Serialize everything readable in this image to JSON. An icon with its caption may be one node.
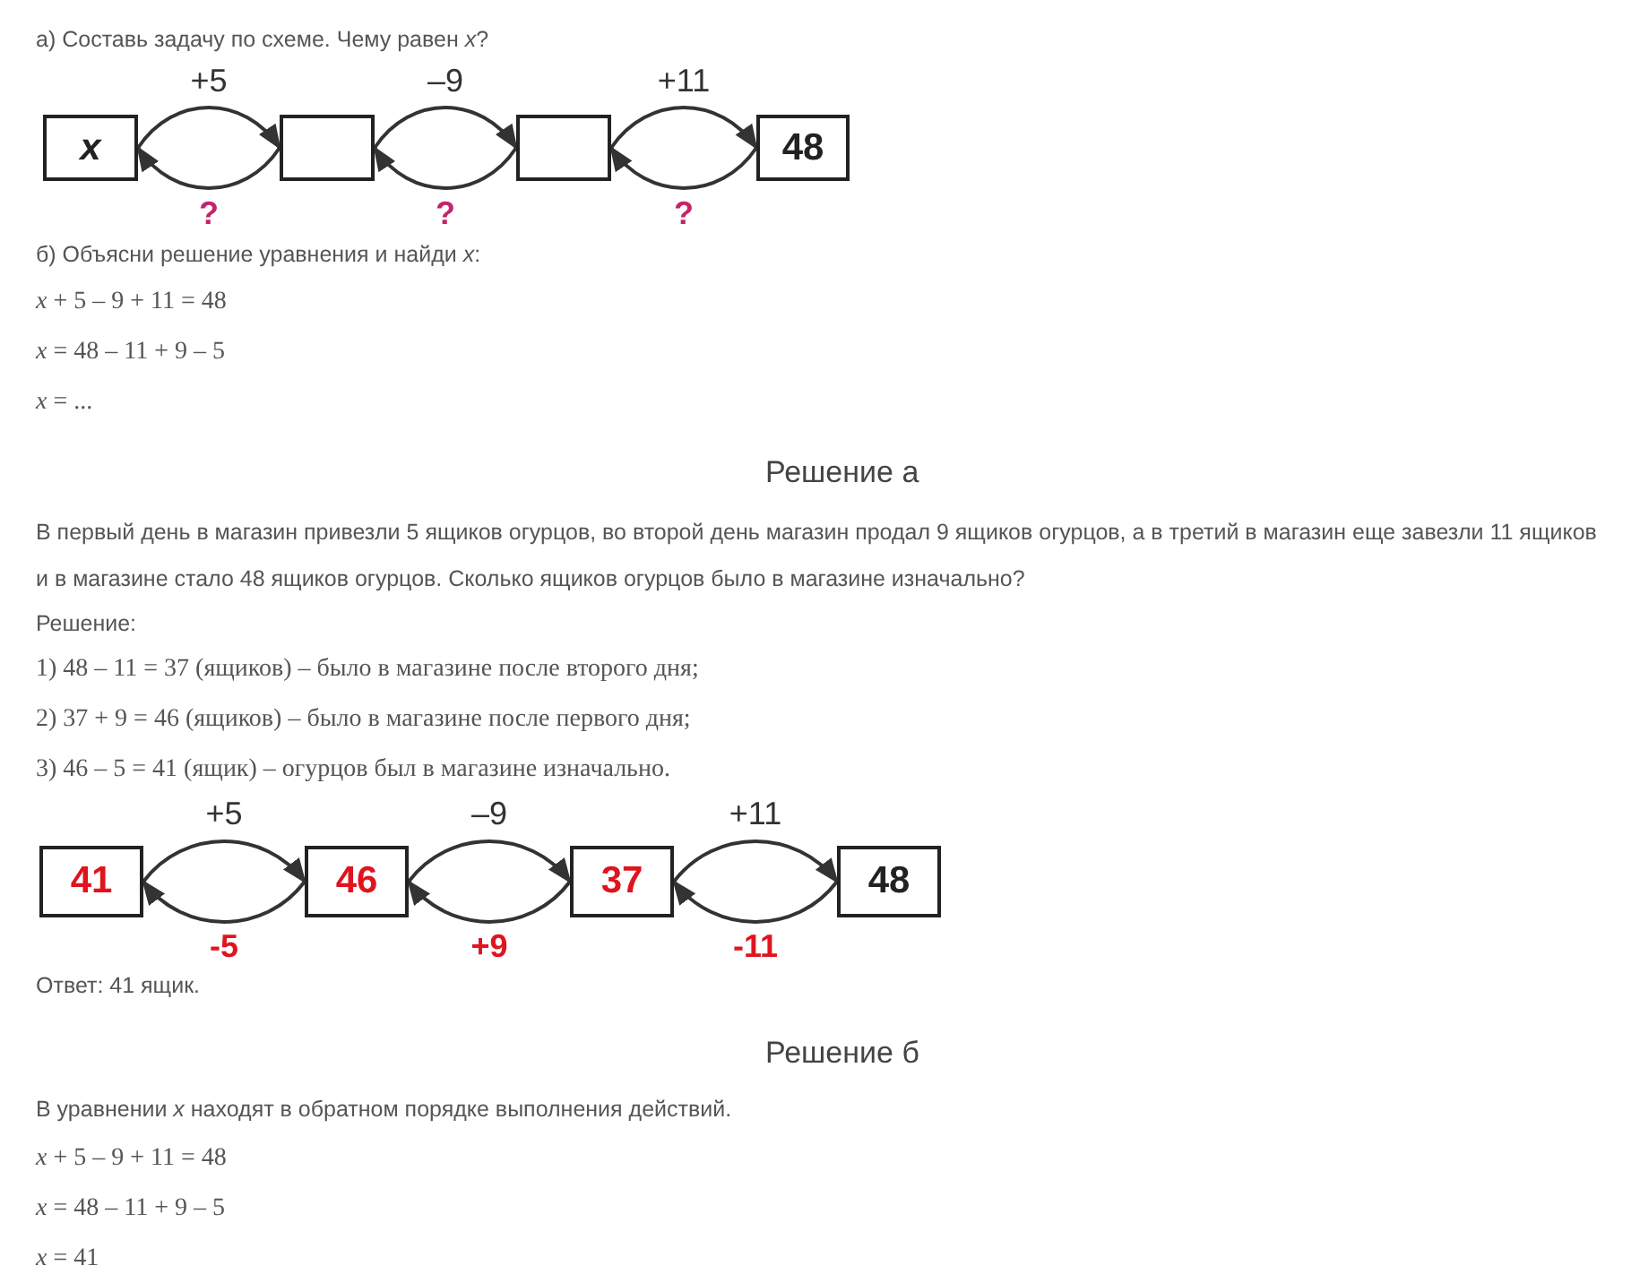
{
  "diagram": {
    "nodes": [
      {
        "text": [
          "x"
        ]
      },
      {
        "text": [],
        "shape": "box"
      },
      {
        "text": [],
        "shape": "box"
      },
      {
        "text": [
          "48"
        ]
      },
      {
        "text": [
          "41"
        ]
      },
      {
        "text": [
          "46"
        ]
      },
      {
        "text": [
          "37"
        ]
      },
      {
        "text": [
          "48"
        ]
      }
    ],
    "edges": [
      {
        "from": 0,
        "to": 1,
        "arrow": "to",
        "label": "+5"
      },
      {
        "from": 1,
        "to": 0,
        "arrow": "to",
        "label": "?"
      },
      {
        "from": 1,
        "to": 2,
        "arrow": "to",
        "label": "–9"
      },
      {
        "from": 2,
        "to": 1,
        "arrow": "to",
        "label": "?"
      },
      {
        "from": 2,
        "to": 3,
        "arrow": "to",
        "label": "+11"
      },
      {
        "from": 3,
        "to": 2,
        "arrow": "to",
        "label": "?"
      },
      {
        "from": 4,
        "to": 5,
        "arrow": "to",
        "label": "+5"
      },
      {
        "from": 5,
        "to": 4,
        "arrow": "to",
        "label": "-5"
      },
      {
        "from": 5,
        "to": 6,
        "arrow": "to",
        "label": "–9"
      },
      {
        "from": 6,
        "to": 5,
        "arrow": "to",
        "label": "+9"
      },
      {
        "from": 6,
        "to": 7,
        "arrow": "to",
        "label": "+11"
      },
      {
        "from": 7,
        "to": 6,
        "arrow": "to",
        "label": "-11"
      }
    ],
    "labels": [
      "а) Составь задачу по схеме. Чему равен *x*?",
      "б) Объясни решение уравнения и найди *x*:",
      "*x* + 5 – 9 + 11 = 48",
      "*x* = 48 – 11 + 9 – 5",
      "*x* = ...",
      "Решение а",
      "В первый день в магазин привезли 5 ящиков огурцов, во второй день магазин продал 9 ящиков огурцов, а в третий в магазин еще завезли 11 ящиков и в магазине стало 48 ящиков огурцов. Сколько ящиков огурцов было в магазине изначально?",
      "Решение:",
      "1) 48 – 11 = 37 (ящиков) – было в магазине после второго дня;",
      "2) 37 + 9 = 46 (ящиков) – было в магазине после первого дня;",
      "3) 46 – 5 = 41 (ящик) – огурцов был в магазине изначально.",
      "Ответ: 41 ящик.",
      "Решение б",
      "В уравнении *x* находят в обратном порядке выполнения действий.",
      "*x* + 5 – 9 + 11 = 48",
      "*x* = 48 – 11 + 9 – 5",
      "*x* = 41"
    ]
  }
}
